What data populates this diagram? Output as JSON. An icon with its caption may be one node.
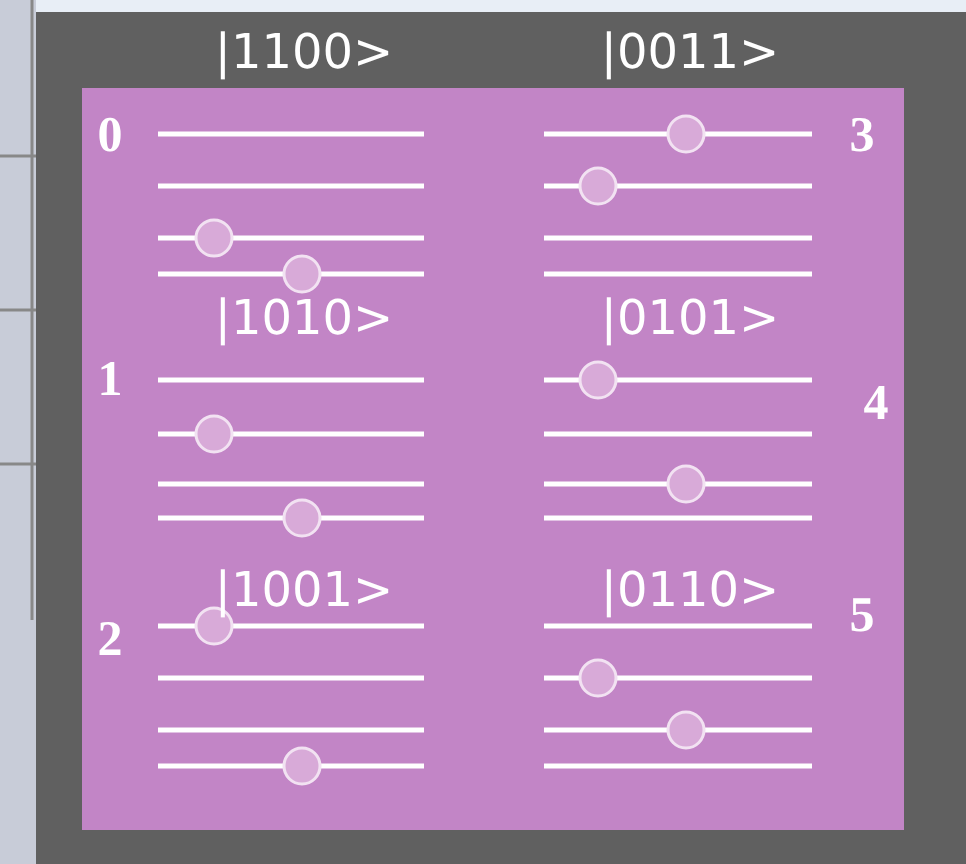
{
  "diagram": {
    "labels": [
      "|1100>",
      "|0011>",
      "0",
      "3",
      "|1010>",
      "|0101>",
      "1",
      "4",
      "|1001>",
      "|0110>",
      "2",
      "5"
    ]
  }
}
